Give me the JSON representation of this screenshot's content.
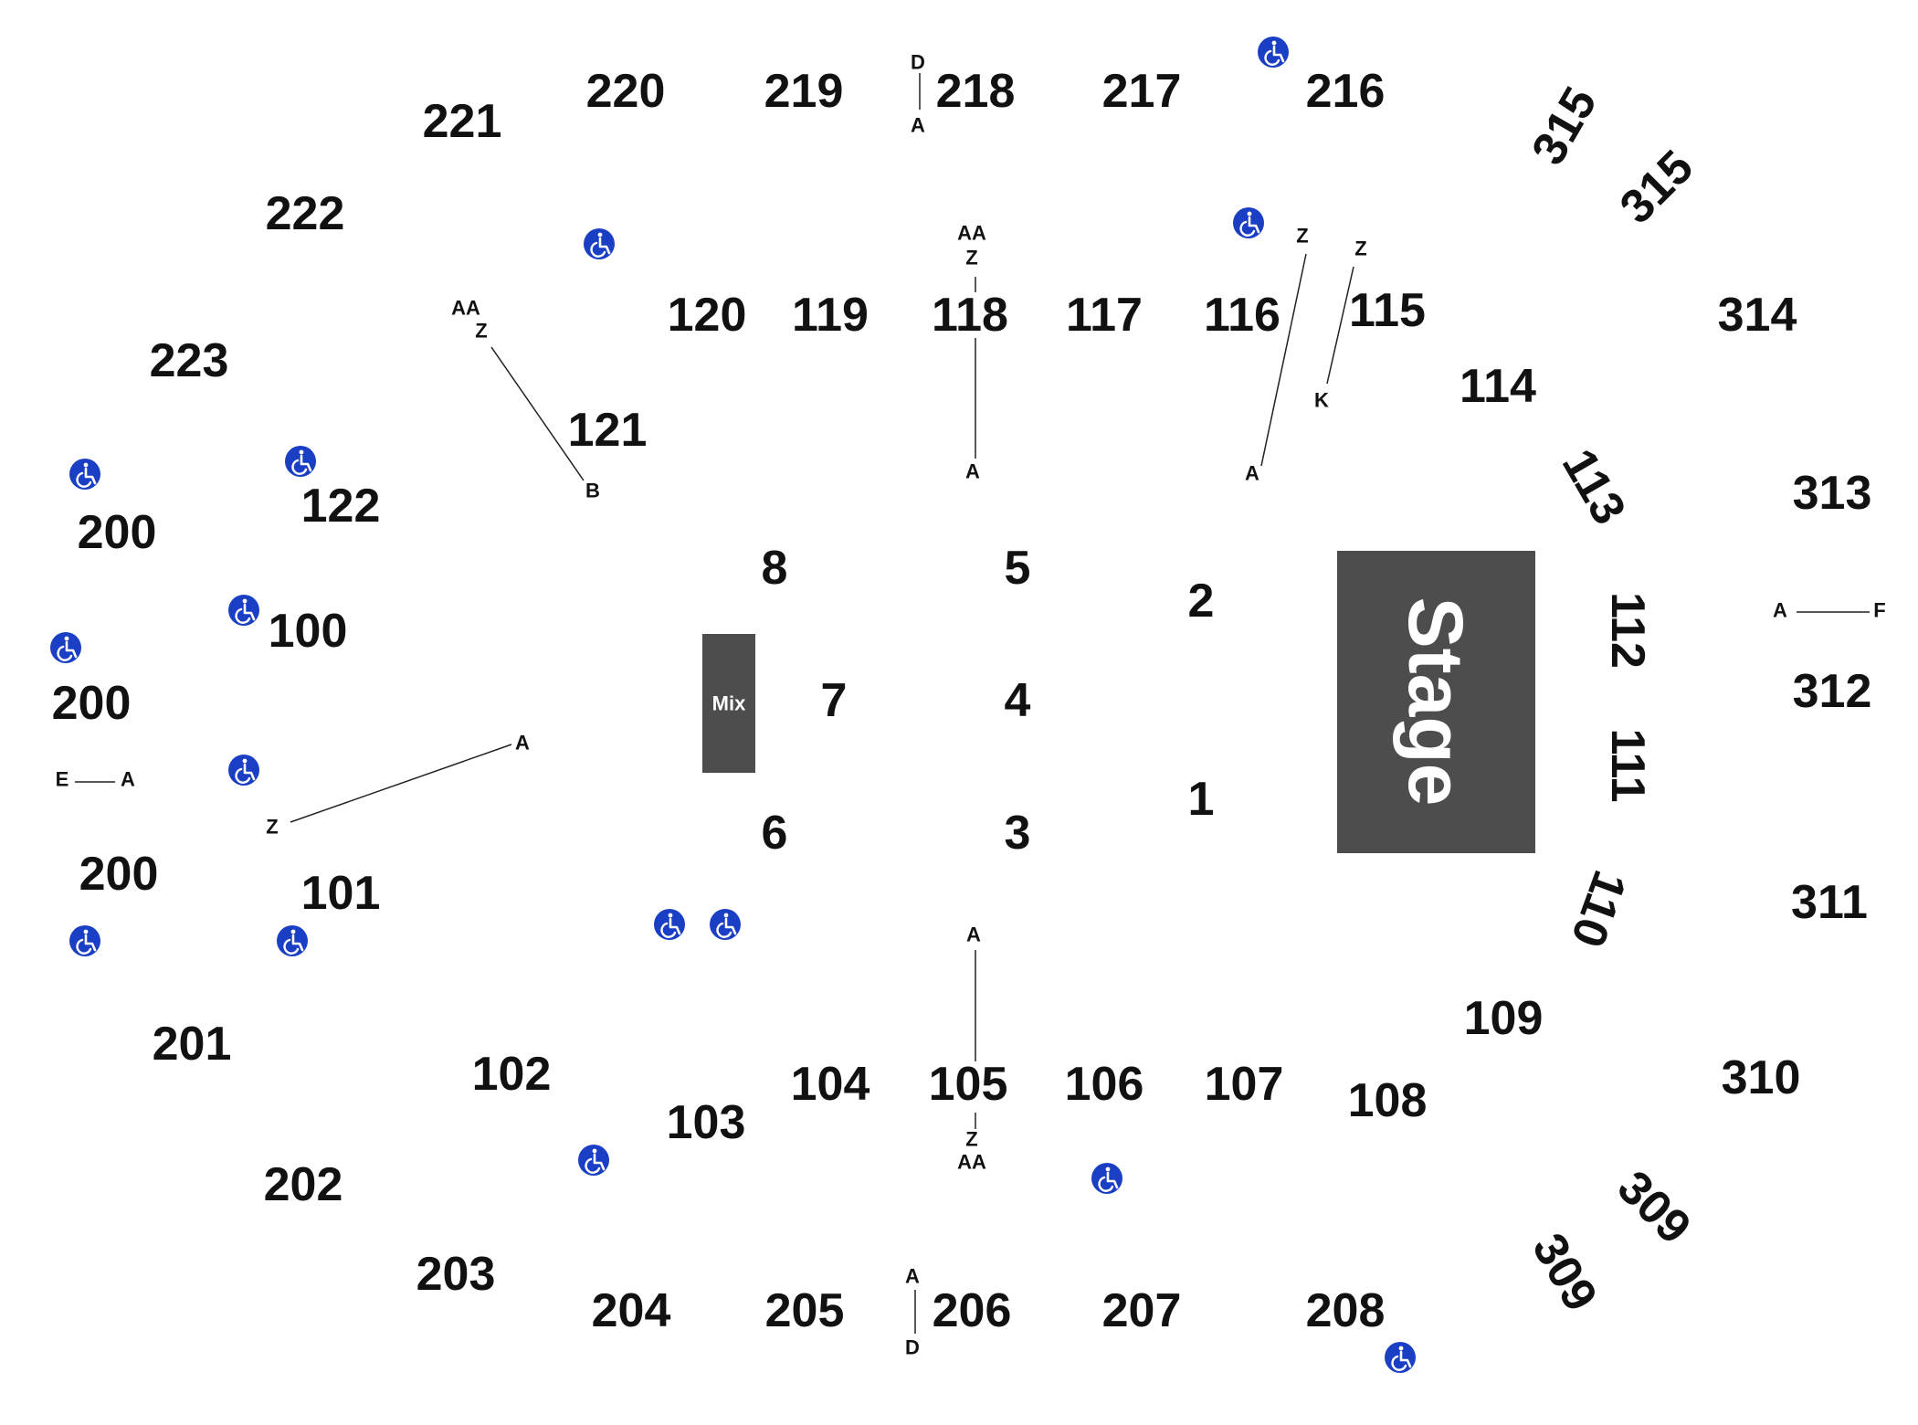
{
  "stage": {
    "label": "Stage",
    "color": "#4d4d4d"
  },
  "mix": {
    "label": "Mix",
    "color": "#4d4d4d"
  },
  "accessible_color": "#1a3fc4",
  "sections_200s": [
    "220",
    "219",
    "218",
    "217",
    "216",
    "221",
    "222",
    "223",
    "200",
    "200",
    "200",
    "201",
    "202",
    "203",
    "204",
    "205",
    "206",
    "207",
    "208"
  ],
  "sections_100s": [
    "120",
    "119",
    "118",
    "117",
    "116",
    "115",
    "114",
    "113",
    "112",
    "111",
    "110",
    "109",
    "108",
    "107",
    "106",
    "105",
    "104",
    "103",
    "102",
    "101",
    "100",
    "121",
    "122"
  ],
  "sections_300s": [
    "315",
    "315",
    "314",
    "313",
    "312",
    "311",
    "310",
    "309",
    "309"
  ],
  "floor_sections": [
    "8",
    "5",
    "2",
    "7",
    "4",
    "6",
    "3",
    "1"
  ],
  "row_labels": [
    "D",
    "A",
    "AA",
    "Z",
    "A",
    "Z",
    "Z",
    "K",
    "A",
    "AA",
    "Z",
    "B",
    "A",
    "F",
    "E",
    "A",
    "A",
    "Z",
    "A",
    "Z",
    "AA",
    "A",
    "D"
  ]
}
